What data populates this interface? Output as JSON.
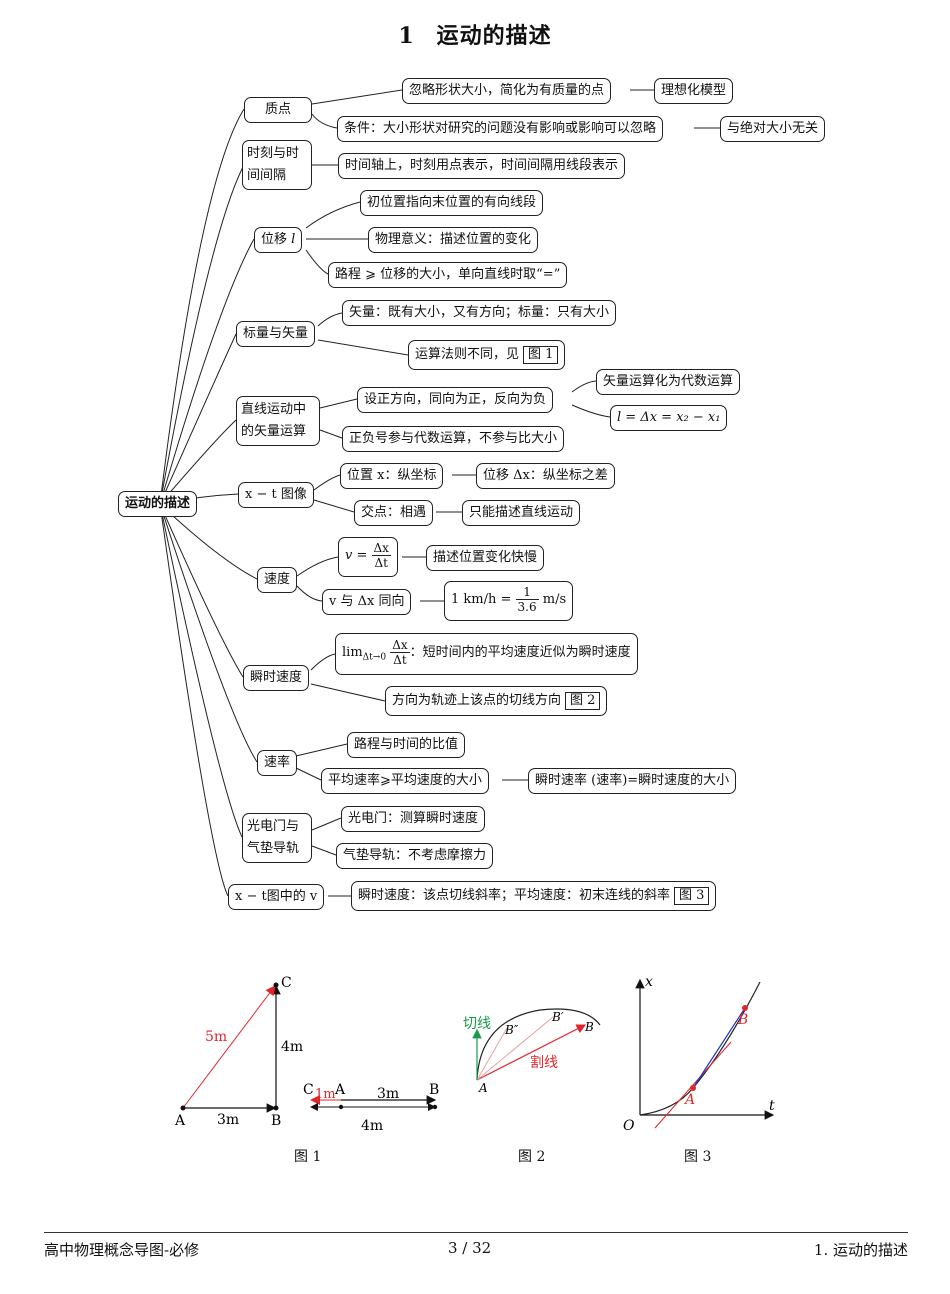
{
  "page_title": {
    "number": "1",
    "text": "运动的描述"
  },
  "mindmap": {
    "root": "运动的描述",
    "n_zhidian": "质点",
    "n_zhidian_a": "忽略形状大小，简化为有质量的点",
    "n_zhidian_a1": "理想化模型",
    "n_zhidian_b": "条件：大小形状对研究的问题没有影响或影响可以忽略",
    "n_zhidian_b1": "与绝对大小无关",
    "n_shike_1": "时刻与时",
    "n_shike_2": "间间隔",
    "n_shike_a": "时间轴上，时刻用点表示，时间间隔用线段表示",
    "n_weiyi": "位移",
    "n_weiyi_sym": "l",
    "n_weiyi_a": "初位置指向末位置的有向线段",
    "n_weiyi_b": "物理意义：描述位置的变化",
    "n_weiyi_c": "路程 ⩾ 位移的大小，单向直线时取“=”",
    "n_biaoliang": "标量与矢量",
    "n_biaoliang_a": "矢量：既有大小，又有方向；标量：只有大小",
    "n_biaoliang_b": "运算法则不同，见",
    "n_biaoliang_b_ref": "图 1",
    "n_zhixian_1": "直线运动中",
    "n_zhixian_2": "的矢量运算",
    "n_zhixian_a": "设正方向，同向为正，反向为负",
    "n_zhixian_a1": "矢量运算化为代数运算",
    "n_zhixian_a2": "l = Δx = x₂ − x₁",
    "n_zhixian_b": "正负号参与代数运算，不参与比大小",
    "n_xt": "x − t 图像",
    "n_xt_a": "位置 x：纵坐标",
    "n_xt_a1": "位移 Δx：纵坐标之差",
    "n_xt_b": "交点：相遇",
    "n_xt_b1": "只能描述直线运动",
    "n_sudu": "速度",
    "n_sudu_a_lhs": "v =",
    "n_sudu_a_num": "Δx",
    "n_sudu_a_den": "Δt",
    "n_sudu_a1": "描述位置变化快慢",
    "n_sudu_b": "v 与 Δx 同向",
    "n_sudu_b1_lhs": "1 km/h =",
    "n_sudu_b1_num": "1",
    "n_sudu_b1_den": "3.6",
    "n_sudu_b1_unit": "m/s",
    "n_shunshi": "瞬时速度",
    "n_shunshi_a_lim": "lim",
    "n_shunshi_a_sub": "Δt→0",
    "n_shunshi_a_num": "Δx",
    "n_shunshi_a_den": "Δt",
    "n_shunshi_a_text": "：短时间内的平均速度近似为瞬时速度",
    "n_shunshi_b": "方向为轨迹上该点的切线方向",
    "n_shunshi_b_ref": "图 2",
    "n_sulv": "速率",
    "n_sulv_a": "路程与时间的比值",
    "n_sulv_b": "平均速率⩾平均速度的大小",
    "n_sulv_b1": "瞬时速率 (速率)=瞬时速度的大小",
    "n_guang_1": "光电门与",
    "n_guang_2": "气垫导轨",
    "n_guang_a": "光电门：测算瞬时速度",
    "n_guang_b": "气垫导轨：不考虑摩擦力",
    "n_xtv": "x − t图中的 v",
    "n_xtv_a": "瞬时速度：该点切线斜率；平均速度：初末连线的斜率",
    "n_xtv_a_ref": "图 3"
  },
  "figures": {
    "fig1": {
      "caption": "图 1",
      "tri_A": "A",
      "tri_B": "B",
      "tri_C": "C",
      "tri_5m": "5m",
      "tri_3m": "3m",
      "tri_4m": "4m",
      "line_C": "C",
      "line_A": "A",
      "line_B": "B",
      "line_1m": "1m",
      "line_3m": "3m",
      "line_4m": "4m"
    },
    "fig2": {
      "caption": "图 2",
      "tangent": "切线",
      "secant": "割线",
      "A": "A",
      "B": "B",
      "B1": "B′",
      "B2": "B″"
    },
    "fig3": {
      "caption": "图 3",
      "x": "x",
      "t": "t",
      "O": "O",
      "A": "A",
      "B": "B"
    }
  },
  "colors": {
    "red": "#e0262b",
    "green": "#1a9a4a",
    "blue": "#2233cc"
  },
  "footer": {
    "left": "高中物理概念导图-必修",
    "center": "3 / 32",
    "right": "1. 运动的描述"
  }
}
